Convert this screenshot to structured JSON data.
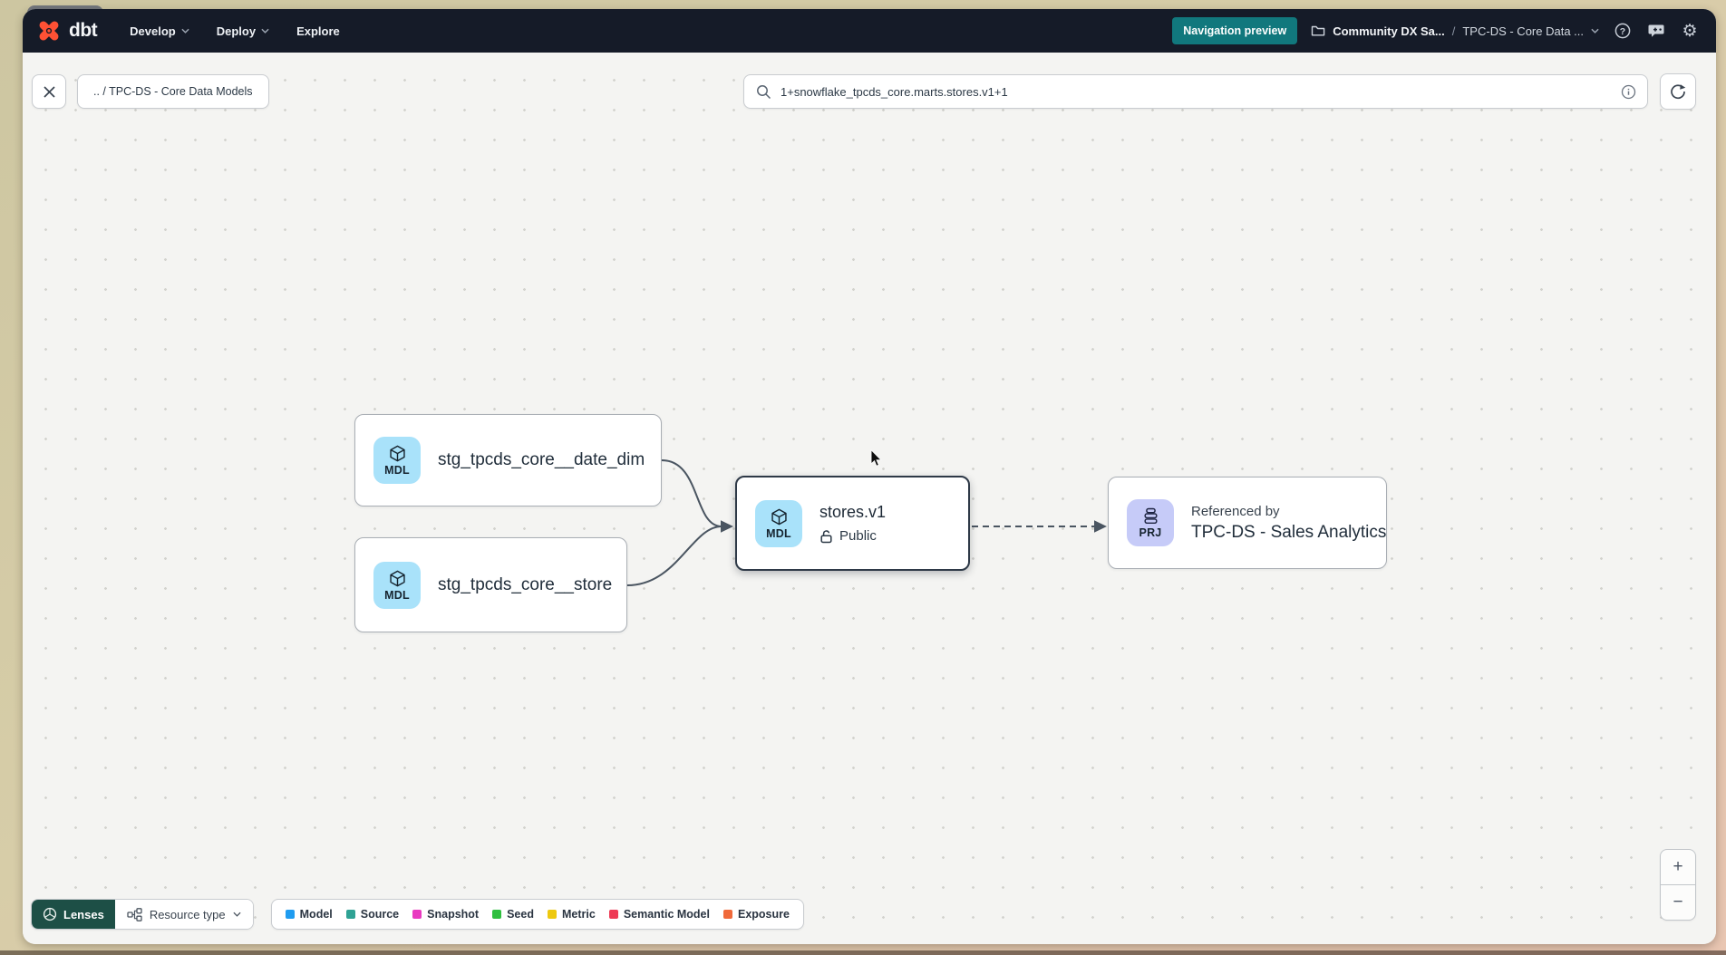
{
  "navbar": {
    "logo_text": "dbt",
    "menu": [
      {
        "label": "Develop"
      },
      {
        "label": "Deploy"
      },
      {
        "label": "Explore"
      }
    ],
    "preview_badge": "Navigation preview",
    "account_name": "Community DX Sa...",
    "separator": "/",
    "project_name": "TPC-DS - Core Data ..."
  },
  "toolbar": {
    "breadcrumb": ".. / TPC-DS - Core Data Models"
  },
  "search": {
    "value": "1+snowflake_tpcds_core.marts.stores.v1+1"
  },
  "graph": {
    "nodes": [
      {
        "badge": "MDL",
        "label": "stg_tpcds_core__date_dim"
      },
      {
        "badge": "MDL",
        "label": "stg_tpcds_core__store"
      },
      {
        "badge": "MDL",
        "label": "stores.v1",
        "access": "Public"
      },
      {
        "badge": "PRJ",
        "sublabel": "Referenced by",
        "label": "TPC-DS - Sales Analytics"
      }
    ]
  },
  "bottom": {
    "lenses_label": "Lenses",
    "resource_type_label": "Resource type"
  },
  "legend": [
    {
      "label": "Model",
      "color": "#1f9cf0"
    },
    {
      "label": "Source",
      "color": "#2fa294"
    },
    {
      "label": "Snapshot",
      "color": "#e93ac0"
    },
    {
      "label": "Seed",
      "color": "#2fbf3f"
    },
    {
      "label": "Metric",
      "color": "#eec90f"
    },
    {
      "label": "Semantic Model",
      "color": "#ee3a55"
    },
    {
      "label": "Exposure",
      "color": "#f0693a"
    }
  ],
  "zoom": {
    "in_label": "+",
    "out_label": "−"
  },
  "colors": {
    "accent_orange": "#ff5134",
    "nav_badge_bg": "#11787d",
    "lenses_bg": "#1d4f46",
    "mdl_badge_bg": "#a9e2fa",
    "prj_badge_bg": "#c6cbf8"
  }
}
